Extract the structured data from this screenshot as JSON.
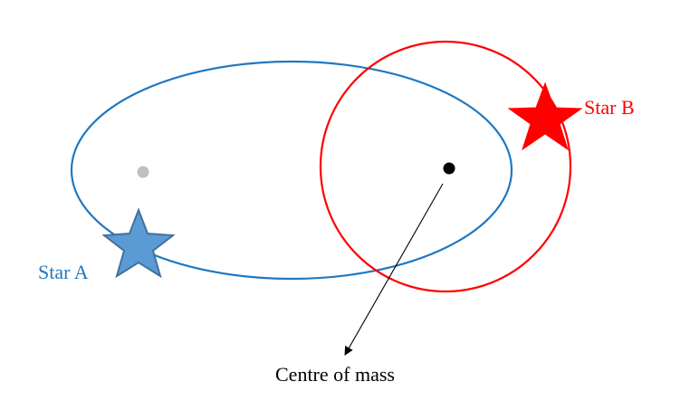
{
  "labels": {
    "star_a": "Star A",
    "star_b": "Star B",
    "centre_of_mass": "Centre of mass"
  },
  "colors": {
    "star_a": "#1f78c1",
    "star_a_fill": "#5b9bd5",
    "star_a_stroke": "#41719c",
    "star_b": "#ff0000",
    "focus_dot": "#c0c0c0",
    "centre_dot": "#000000",
    "arrow": "#000000",
    "text": "#000000"
  },
  "icons": {
    "star_a": "five-point-star",
    "star_b": "five-point-star"
  }
}
